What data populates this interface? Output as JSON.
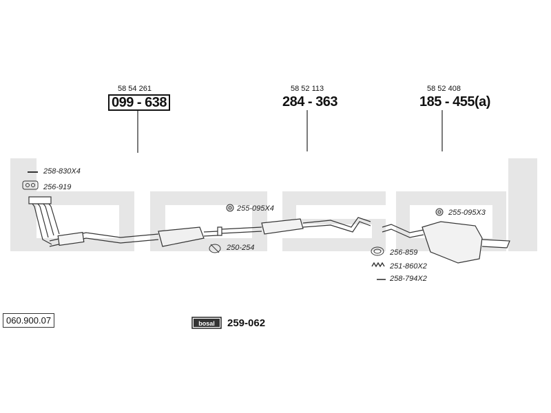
{
  "watermark": {
    "text": "bosal",
    "color": "#e8e8e8"
  },
  "assemblies": [
    {
      "name": "front-pipe-assembly",
      "oe_number": "58 54 261",
      "part_number": "099 - 638",
      "boxed": true
    },
    {
      "name": "middle-silencer-assembly",
      "oe_number": "58 52 113",
      "part_number": "284 - 363",
      "boxed": false
    },
    {
      "name": "rear-silencer-assembly",
      "oe_number": "58 52 408",
      "part_number": "185 - 455(a)",
      "boxed": false
    }
  ],
  "accessories": [
    {
      "code": "258-830X4",
      "icon": "bolt-icon"
    },
    {
      "code": "256-919",
      "icon": "gasket-icon"
    },
    {
      "code": "255-095X4",
      "icon": "rubber-hanger-icon"
    },
    {
      "code": "250-254",
      "icon": "clamp-icon"
    },
    {
      "code": "255-095X3",
      "icon": "rubber-hanger-icon"
    },
    {
      "code": "256-859",
      "icon": "seal-ring-icon"
    },
    {
      "code": "251-860X2",
      "icon": "spring-icon"
    },
    {
      "code": "258-794X2",
      "icon": "bolt-icon"
    }
  ],
  "diagram_code": "060.900.07",
  "mounting_kit": {
    "brand_text": "bosal",
    "part_number": "259-062"
  }
}
